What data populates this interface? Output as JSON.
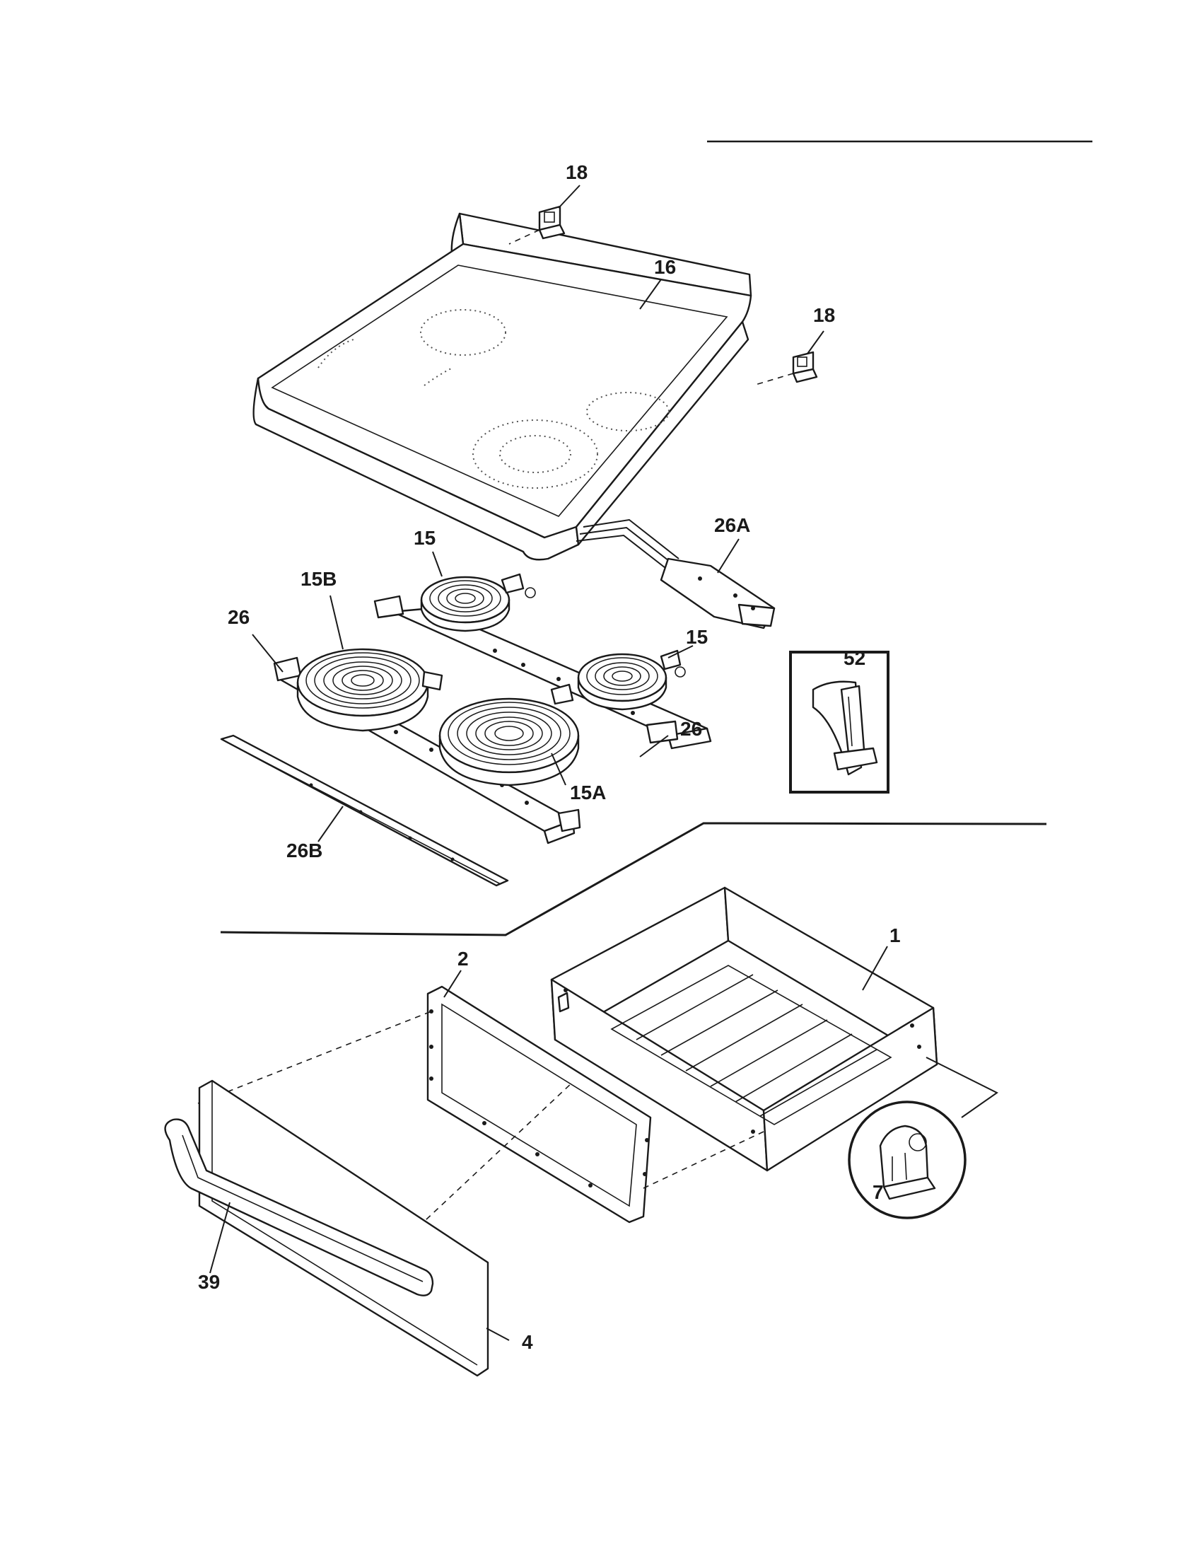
{
  "callouts": {
    "c18_top": "18",
    "c16": "16",
    "c18_right": "18",
    "c26A": "26A",
    "c15_top": "15",
    "c15B": "15B",
    "c26_left": "26",
    "c15_right": "15",
    "c52": "52",
    "c26_right": "26",
    "c15A": "15A",
    "c26B": "26B",
    "c1": "1",
    "c2": "2",
    "c7": "7",
    "c39": "39",
    "c4": "4"
  }
}
